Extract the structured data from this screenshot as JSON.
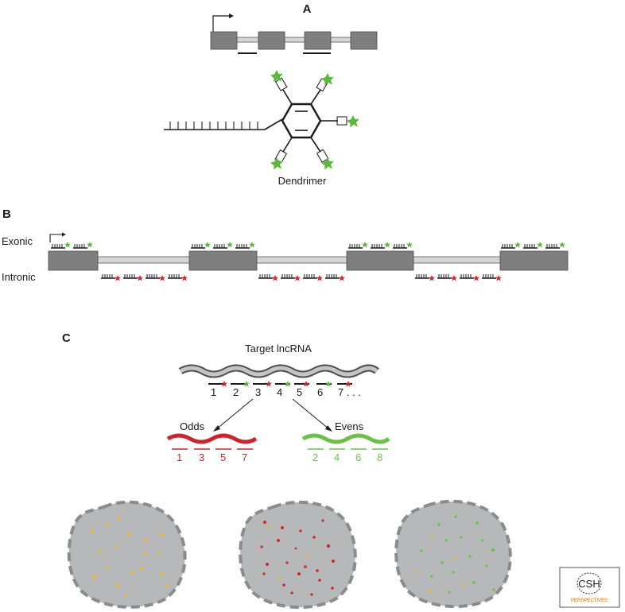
{
  "panels": {
    "a": {
      "letter": "A",
      "dendrimer_label": "Dendrimer"
    },
    "b": {
      "letter": "B",
      "exonic_label": "Exonic",
      "intronic_label": "Intronic"
    },
    "c": {
      "letter": "C",
      "target_label": "Target lncRNA",
      "probe_numbers": [
        "1",
        "2",
        "3",
        "4",
        "5",
        "6",
        "7 . . ."
      ],
      "odds_label": "Odds",
      "evens_label": "Evens",
      "odds_numbers": [
        "1",
        "3",
        "5",
        "7"
      ],
      "evens_numbers": [
        "2",
        "4",
        "6",
        "8"
      ]
    }
  },
  "logo": {
    "line1": "CSH",
    "line2": "PERSPECTIVES"
  },
  "colors": {
    "exon": "#7f7f7f",
    "intron": "#d6d6d6",
    "probe_green": "#5cb83c",
    "probe_red": "#d0252f",
    "odds_red": "#c8262f",
    "evens_green": "#6cc04a",
    "cell_fill": "#b7b8ba",
    "cell_border": "#8a8b8d",
    "yellow_dot": "#e8b92a"
  },
  "icons": [
    "star-icon",
    "arrow-icon",
    "cell-icon",
    "logo-icon"
  ]
}
